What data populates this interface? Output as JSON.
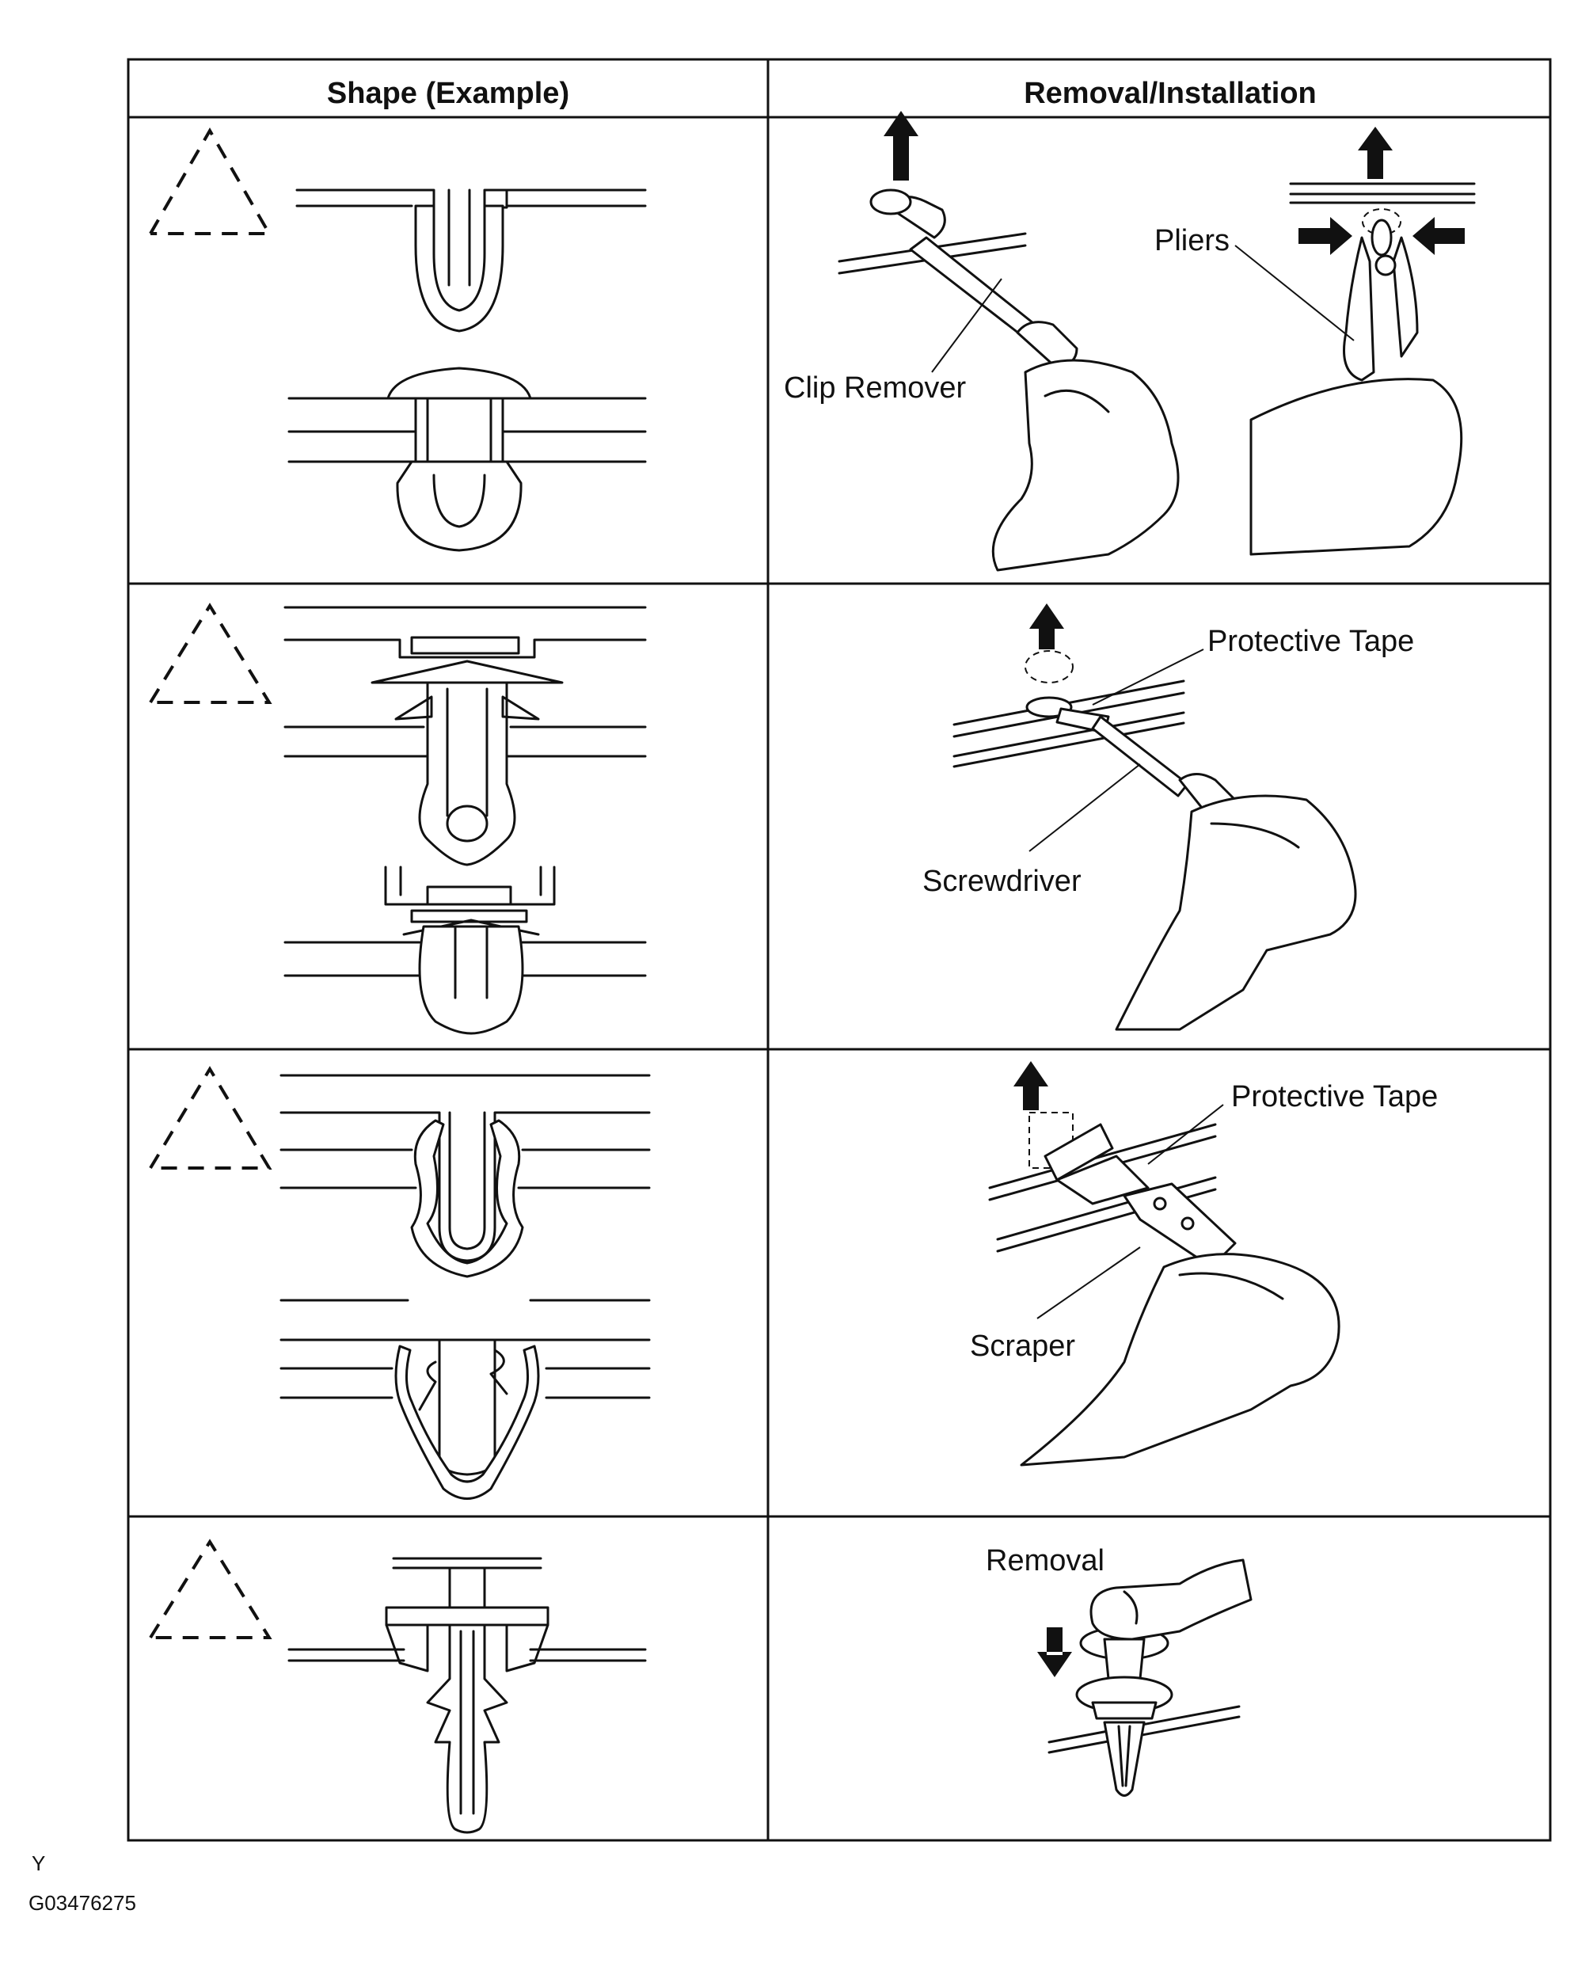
{
  "table": {
    "headers": [
      "Shape (Example)",
      "Removal/Installation"
    ]
  },
  "rows": [
    {
      "labels": [
        "Clip Remover",
        "Pliers"
      ]
    },
    {
      "labels": [
        "Protective Tape",
        "Screwdriver"
      ]
    },
    {
      "labels": [
        "Protective Tape",
        "Scraper"
      ]
    },
    {
      "labels": [
        "Removal"
      ]
    }
  ],
  "footer": {
    "marker": "Y",
    "figure_code": "G03476275"
  },
  "icons": [
    "caution-triangle-icon",
    "arrow-up-icon",
    "arrow-down-icon",
    "arrow-right-icon",
    "arrow-left-icon"
  ]
}
